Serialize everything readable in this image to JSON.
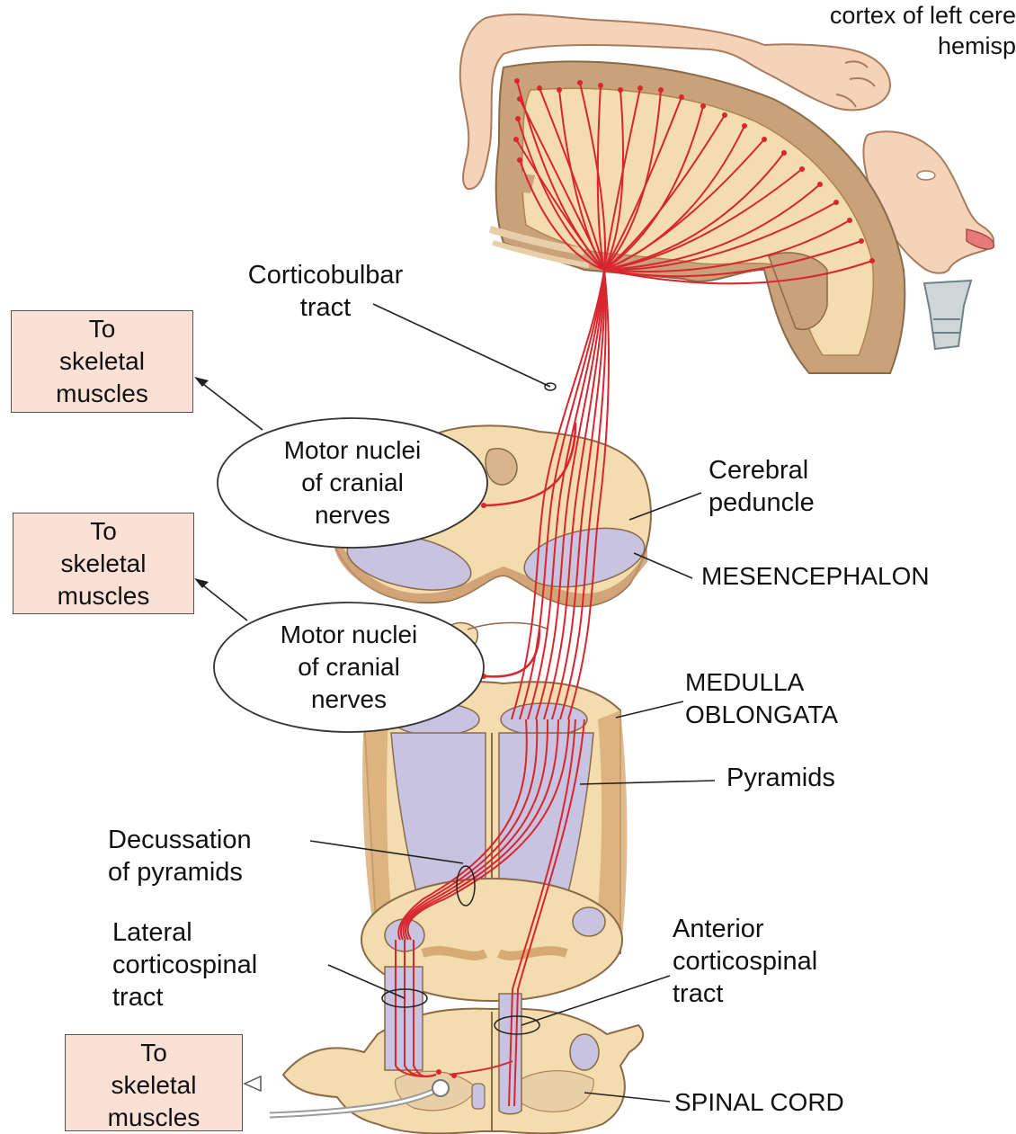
{
  "labels": {
    "cortex": "cortex of left cere\nhemisp",
    "corticobulbar": "Corticobulbar\ntract",
    "cerebral_peduncle": "Cerebral\npeduncle",
    "mesencephalon": "MESENCEPHALON",
    "medulla": "MEDULLA\nOBLONGATA",
    "pyramids": "Pyramids",
    "decussation": "Decussation\nof pyramids",
    "lateral_cst": "Lateral\ncorticospinal\ntract",
    "anterior_cst": "Anterior\ncorticospinal\ntract",
    "spinal_cord": "SPINAL CORD"
  },
  "target_boxes": [
    {
      "text": "To\nskeletal\nmuscles"
    },
    {
      "text": "To\nskeletal\nmuscles"
    },
    {
      "text": "To\nskeletal\nmuscles"
    }
  ],
  "nuclei_ovals": [
    {
      "text": "Motor nuclei\nof cranial\nnerves"
    },
    {
      "text": "Motor nuclei\nof cranial\nnerves"
    }
  ],
  "colors": {
    "tract": "#d9262e",
    "tissue": "#f3dcae",
    "tissue_dark": "#c9976a",
    "cortex_gray": "#c9a27a",
    "white_matter": "#c7c3e0",
    "outline": "#8a6a48"
  }
}
